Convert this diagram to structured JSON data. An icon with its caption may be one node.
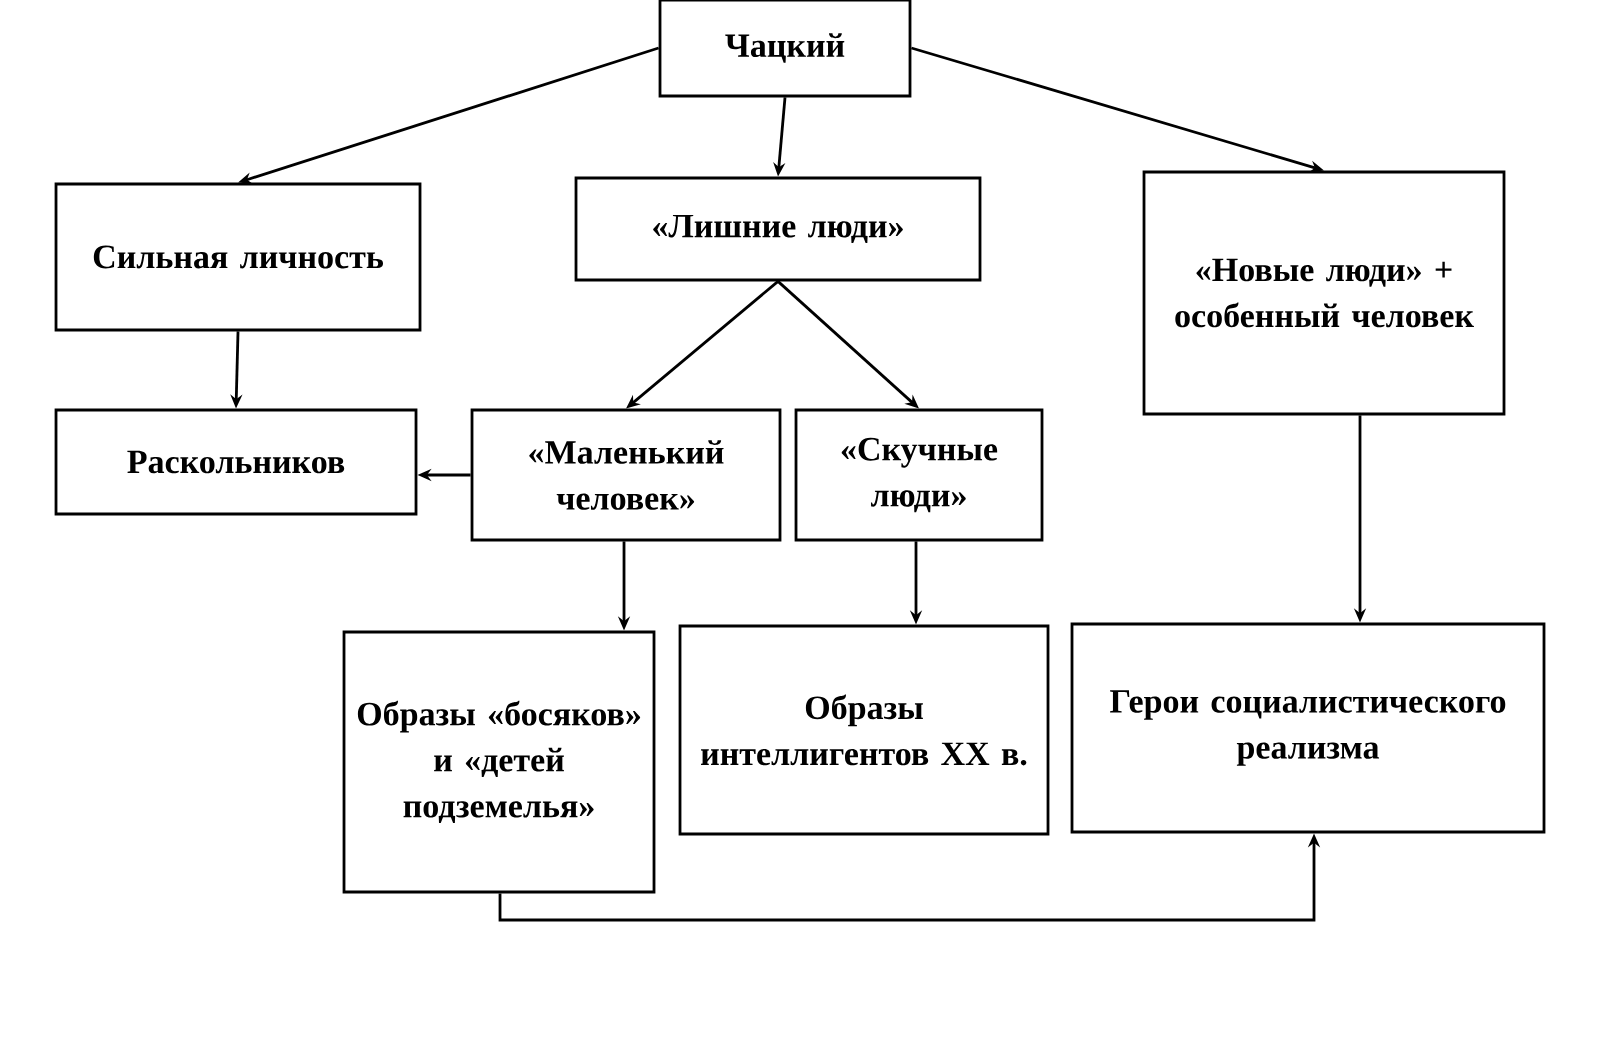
{
  "diagram": {
    "nodes": [
      {
        "text": [
          "Чацкий"
        ]
      },
      {
        "text": [
          "Сильная личность"
        ]
      },
      {
        "text": [
          "«Лишние люди»"
        ]
      },
      {
        "text": [
          "«Новые люди» + особенный человек"
        ]
      },
      {
        "text": [
          "Раскольников"
        ]
      },
      {
        "text": [
          "«Маленький человек»"
        ]
      },
      {
        "text": [
          "«Скучные люди»"
        ]
      },
      {
        "text": [
          "Образы «босяков» и «детей подземелья»"
        ]
      },
      {
        "text": [
          "Образы интеллигентов XX в."
        ]
      },
      {
        "text": [
          "Герои социалистического реализма"
        ]
      }
    ],
    "edges": [
      {
        "from": 0,
        "to": 1,
        "arrow": "to"
      },
      {
        "from": 0,
        "to": 2,
        "arrow": "to"
      },
      {
        "from": 0,
        "to": 3,
        "arrow": "to"
      },
      {
        "from": 1,
        "to": 4,
        "arrow": "to"
      },
      {
        "from": 2,
        "to": 5,
        "arrow": "to"
      },
      {
        "from": 2,
        "to": 6,
        "arrow": "to"
      },
      {
        "from": 5,
        "to": 4,
        "arrow": "to"
      },
      {
        "from": 5,
        "to": 7,
        "arrow": "to"
      },
      {
        "from": 6,
        "to": 8,
        "arrow": "to"
      },
      {
        "from": 3,
        "to": 9,
        "arrow": "to"
      },
      {
        "from": 7,
        "to": 9,
        "arrow": "to"
      }
    ]
  }
}
